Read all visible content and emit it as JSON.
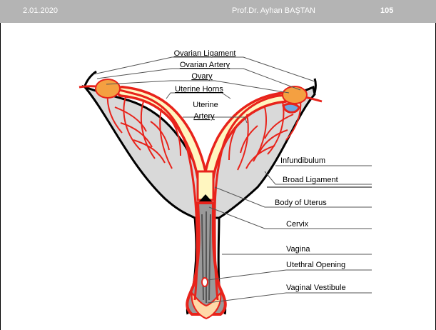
{
  "header": {
    "date": "2.01.2020",
    "author": "Prof.Dr. Ayhan BAŞTAN",
    "page_number": "105"
  },
  "diagram": {
    "labels": {
      "ovarian_ligament": "Ovarian Ligament",
      "ovarian_artery": "Ovarian Artery",
      "ovary": "Ovary",
      "uterine_horns": "Uterine Horns",
      "uterine_artery_1": "Uterine",
      "uterine_artery_2": "Artery",
      "infundibulum": "Infundibulum",
      "broad_ligament": "Broad Ligament",
      "body_of_uterus": "Body of Uterus",
      "cervix": "Cervix",
      "vagina": "Vagina",
      "urethral_opening": "Utethral Opening",
      "vaginal_vestibule": "Vaginal Vestibule"
    },
    "colors": {
      "artery": "#e8231b",
      "ligament": "#d9d9d9",
      "ovary": "#f4a041",
      "uterine_lumen": "#fff6c0",
      "infundibulum": "#6fa8e0",
      "vagina": "#9a9a9a",
      "header": "#b4b4b4"
    }
  }
}
